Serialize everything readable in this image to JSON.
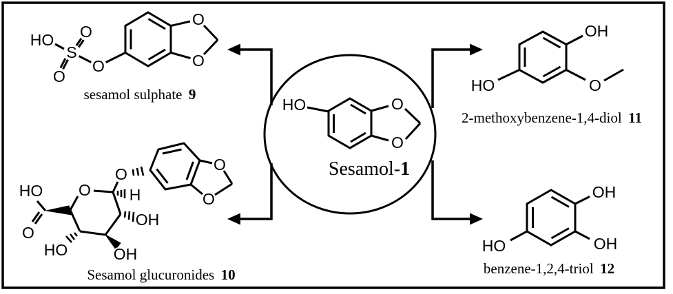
{
  "figure": {
    "background": "#ffffff",
    "border_color": "#000000",
    "line_color": "#000000"
  },
  "center": {
    "label": "Sesamol-",
    "number": "1",
    "atoms": {
      "hydroxyl": "HO",
      "dioxole_o_top": "O",
      "dioxole_o_bottom": "O"
    }
  },
  "metabolites": {
    "sulphate": {
      "caption": "sesamol sulphate",
      "number": "9",
      "atoms": {
        "hydroxyl": "HO",
        "sulfur": "S",
        "oxo_top": "O",
        "oxo_bottom": "O",
        "ester_o": "O",
        "dioxole_o_top": "O",
        "dioxole_o_bottom": "O"
      }
    },
    "glucuronide": {
      "caption": "Sesamol glucuronides",
      "number": "10",
      "atoms": {
        "acid_ho": "HO",
        "carbonyl_o": "O",
        "ring_o": "O",
        "glycosidic_o": "O",
        "anomeric_h": "H",
        "c2_oh": "OH",
        "c3_oh": "OH",
        "c4_ho": "HO",
        "dioxole_o_top": "O",
        "dioxole_o_bottom": "O"
      }
    },
    "methoxydiol": {
      "caption": "2-methoxybenzene-1,4-diol",
      "number": "11",
      "atoms": {
        "oh_top": "OH",
        "ho_left": "HO",
        "methoxy_o": "O"
      }
    },
    "triol": {
      "caption": "benzene-1,2,4-triol",
      "number": "12",
      "atoms": {
        "oh_top": "OH",
        "oh_bottom": "OH",
        "ho_left": "HO"
      }
    }
  }
}
